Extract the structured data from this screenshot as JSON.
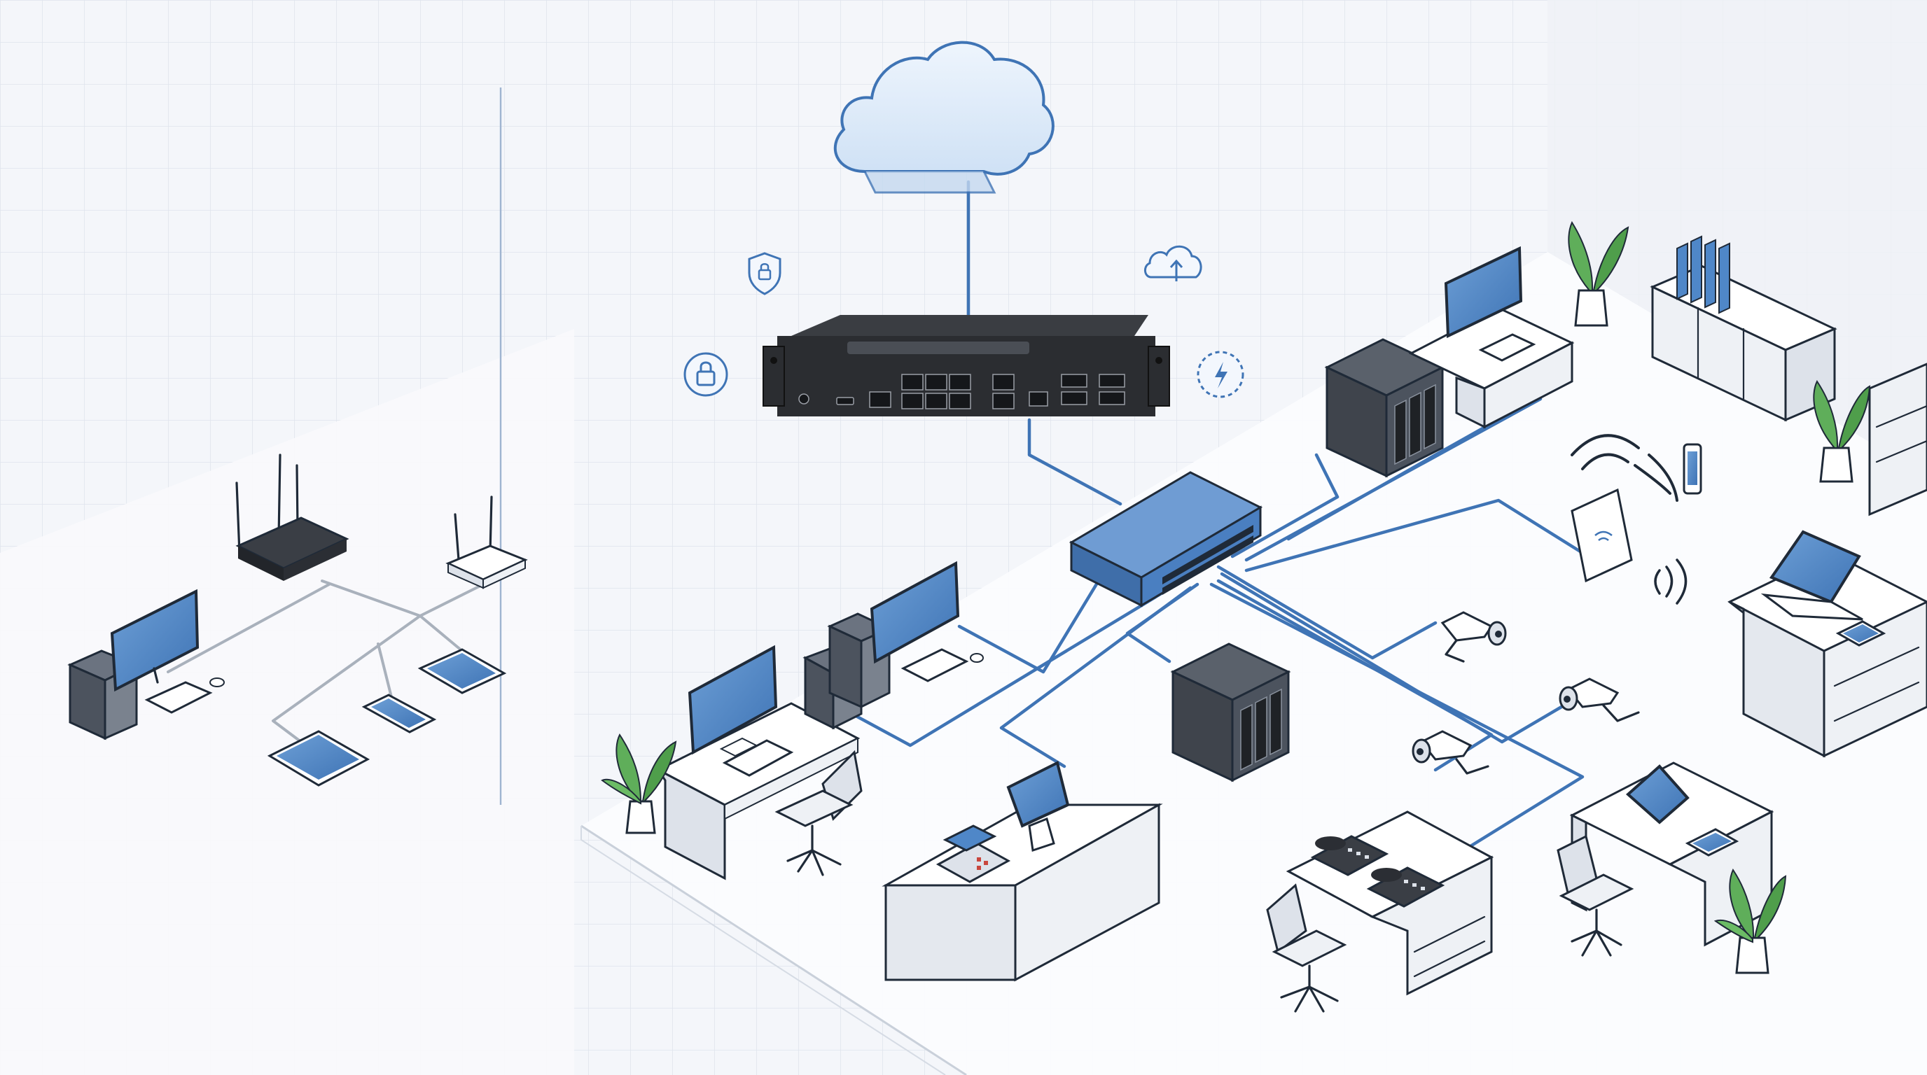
{
  "colors": {
    "background": "#f4f6fa",
    "grid": "#d7dde6",
    "link_blue": "#3f74b5",
    "link_gray": "#a9b1bc",
    "screen_blue": "#4f87c8",
    "switch_blue": "#4a7fc1",
    "firewall_body": "#2b2d31",
    "nas_body": "#3f444c",
    "furniture_white": "#ffffff",
    "furniture_shade": "#dde2ea",
    "plant_green": "#5fae5a",
    "cloud_fill": "#dbe9f8"
  },
  "nodes": [
    {
      "id": "cloud",
      "icon": "cloud-icon"
    },
    {
      "id": "firewall",
      "icon": "rack-firewall-icon"
    },
    {
      "id": "security-shield",
      "icon": "shield-lock-icon"
    },
    {
      "id": "security-lock",
      "icon": "padlock-icon"
    },
    {
      "id": "cloud-upload",
      "icon": "cloud-upload-icon"
    },
    {
      "id": "performance",
      "icon": "speedometer-bolt-icon"
    },
    {
      "id": "core-switch",
      "icon": "network-switch-icon"
    },
    {
      "id": "wifi-router",
      "icon": "router-icon"
    },
    {
      "id": "access-point",
      "icon": "access-point-icon"
    },
    {
      "id": "home-desktop",
      "icon": "desktop-computer-icon"
    },
    {
      "id": "tablet-1",
      "icon": "tablet-icon"
    },
    {
      "id": "tablet-2",
      "icon": "tablet-icon"
    },
    {
      "id": "smartphone",
      "icon": "smartphone-icon"
    },
    {
      "id": "office-workstation-1",
      "icon": "desktop-computer-icon"
    },
    {
      "id": "office-workstation-2",
      "icon": "desktop-computer-icon"
    },
    {
      "id": "pos-terminal",
      "icon": "pos-terminal-icon"
    },
    {
      "id": "pos-display",
      "icon": "pos-display-icon"
    },
    {
      "id": "nas-storage-1",
      "icon": "nas-icon"
    },
    {
      "id": "nas-storage-2",
      "icon": "nas-icon"
    },
    {
      "id": "ceiling-ap",
      "icon": "wall-access-point-icon"
    },
    {
      "id": "security-camera-1",
      "icon": "cctv-camera-icon"
    },
    {
      "id": "security-camera-2",
      "icon": "cctv-camera-icon"
    },
    {
      "id": "security-camera-3",
      "icon": "cctv-camera-icon"
    },
    {
      "id": "ip-phone-1",
      "icon": "desk-phone-icon"
    },
    {
      "id": "ip-phone-2",
      "icon": "desk-phone-icon"
    },
    {
      "id": "back-office-monitor",
      "icon": "monitor-icon"
    },
    {
      "id": "laptop",
      "icon": "laptop-icon"
    },
    {
      "id": "desk-tablet",
      "icon": "tablet-icon"
    },
    {
      "id": "file-cabinet",
      "icon": "cabinet-binders-icon"
    },
    {
      "id": "mobile-device",
      "icon": "smartphone-icon"
    }
  ],
  "links": [
    {
      "from": "cloud",
      "to": "firewall",
      "style": "blue"
    },
    {
      "from": "firewall",
      "to": "core-switch",
      "style": "blue"
    },
    {
      "from": "core-switch",
      "to": "office-workstation-1",
      "style": "blue"
    },
    {
      "from": "core-switch",
      "to": "office-workstation-2",
      "style": "blue"
    },
    {
      "from": "core-switch",
      "to": "pos-terminal",
      "style": "blue"
    },
    {
      "from": "core-switch",
      "to": "nas-storage-1",
      "style": "blue"
    },
    {
      "from": "core-switch",
      "to": "nas-storage-2",
      "style": "blue"
    },
    {
      "from": "core-switch",
      "to": "ceiling-ap",
      "style": "blue"
    },
    {
      "from": "core-switch",
      "to": "security-camera-1",
      "style": "blue"
    },
    {
      "from": "core-switch",
      "to": "security-camera-2",
      "style": "blue"
    },
    {
      "from": "core-switch",
      "to": "ip-phone-1",
      "style": "blue"
    },
    {
      "from": "wifi-router",
      "to": "home-desktop",
      "style": "gray"
    },
    {
      "from": "wifi-router",
      "to": "access-point",
      "style": "gray"
    },
    {
      "from": "access-point",
      "to": "tablet-1",
      "style": "gray"
    },
    {
      "from": "access-point",
      "to": "tablet-2",
      "style": "gray"
    },
    {
      "from": "access-point",
      "to": "smartphone",
      "style": "gray"
    }
  ]
}
